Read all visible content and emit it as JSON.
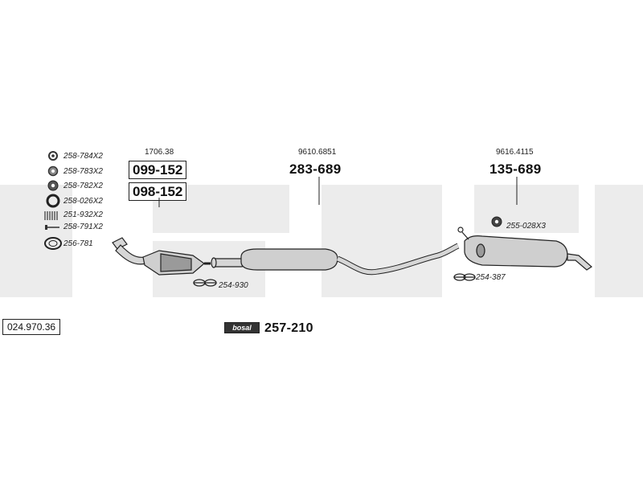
{
  "doc_number": "024.970.36",
  "legend": [
    {
      "icon": "ring-small-icon",
      "code": "258-784X2"
    },
    {
      "icon": "ring-medium-icon",
      "code": "258-783X2"
    },
    {
      "icon": "ring-thick-icon",
      "code": "258-782X2"
    },
    {
      "icon": "ring-large-icon",
      "code": "258-026X2"
    },
    {
      "icon": "spring-icon",
      "code": "251-932X2"
    },
    {
      "icon": "bolt-icon",
      "code": "258-791X2"
    },
    {
      "icon": "gasket-icon",
      "code": "256-781"
    }
  ],
  "parts": {
    "catalyst": {
      "ref": "1706.38",
      "codes": [
        "099-152",
        "098-152"
      ]
    },
    "middle": {
      "ref": "9610.6851",
      "code": "283-689"
    },
    "rear": {
      "ref": "9616.4115",
      "code": "135-689"
    }
  },
  "clamps": {
    "front": "254-930",
    "rear": "254-387",
    "mount": "255-028X3"
  },
  "kit": {
    "logo": "bosal",
    "code": "257-210"
  },
  "colors": {
    "watermark": "#e8e8e8",
    "line": "#222222",
    "fill": "#cfcfcf"
  }
}
